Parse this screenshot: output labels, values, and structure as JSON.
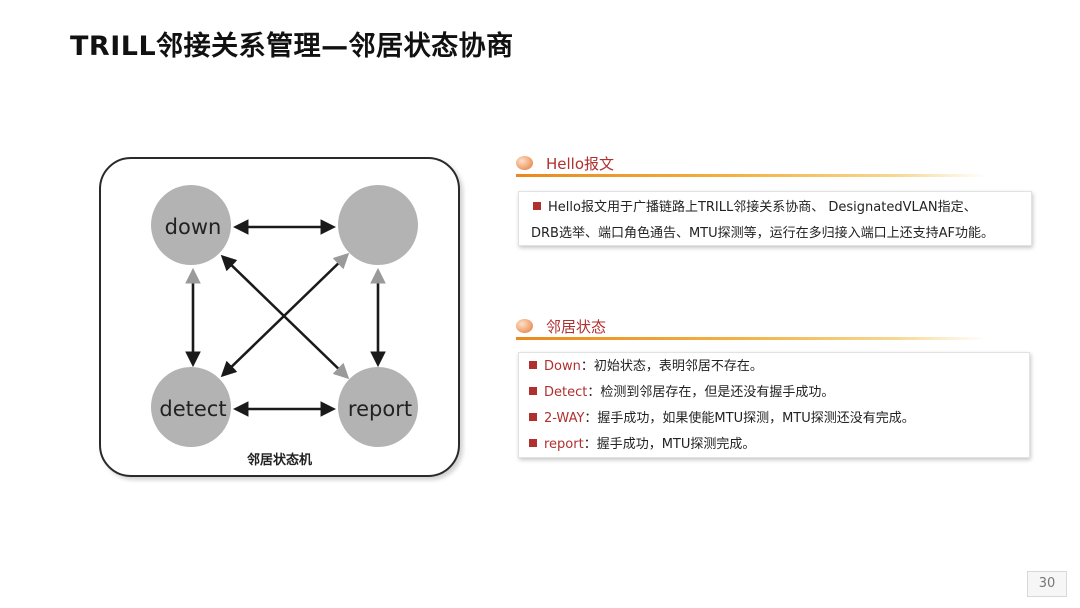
{
  "slide": {
    "title": "TRILL邻接关系管理—邻居状态协商",
    "page_number": "30"
  },
  "diagram": {
    "caption": "邻居状态机",
    "nodes": {
      "down": "down",
      "top_right": "",
      "detect": "detect",
      "report": "report"
    },
    "colors": {
      "node_fill": "#b3b3b3",
      "arrow_dark": "#1a1a1a",
      "arrow_gray": "#9a9a9a"
    }
  },
  "hello_section": {
    "header": "Hello报文",
    "lines": [
      "Hello报文用于广播链路上TRILL邻接关系协商、 DesignatedVLAN指定、",
      "DRB选举、端口角色通告、MTU探测等，运行在多归接入端口上还支持AF功能。"
    ]
  },
  "state_section": {
    "header": "邻居状态",
    "items": [
      {
        "name": "Down",
        "desc": "：初始状态，表明邻居不存在。"
      },
      {
        "name": "Detect",
        "desc": "：检测到邻居存在，但是还没有握手成功。"
      },
      {
        "name": "2-WAY",
        "desc": "：握手成功，如果使能MTU探测，MTU探测还没有完成。"
      },
      {
        "name": "report",
        "desc": "：握手成功，MTU探测完成。"
      }
    ]
  },
  "colors": {
    "accent_red": "#b0302f",
    "accent_orange": "#e9891e"
  }
}
